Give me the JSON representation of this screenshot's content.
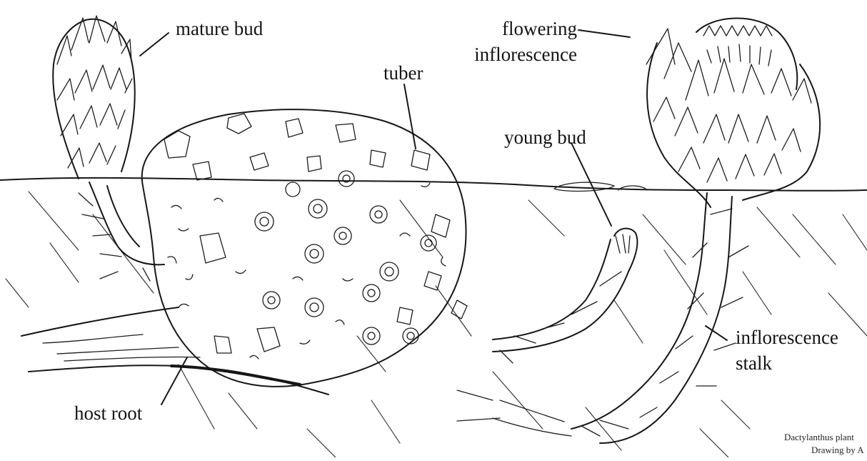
{
  "labels": {
    "mature_bud": "mature bud",
    "flowering_line1": "flowering",
    "flowering_line2": "inflorescence",
    "tuber": "tuber",
    "young_bud": "young bud",
    "stalk_line1": "inflorescence",
    "stalk_line2": "stalk",
    "host_root": "host root"
  },
  "caption": {
    "line1": "Dactylanthus  plant",
    "line2": "Drawing by A"
  }
}
